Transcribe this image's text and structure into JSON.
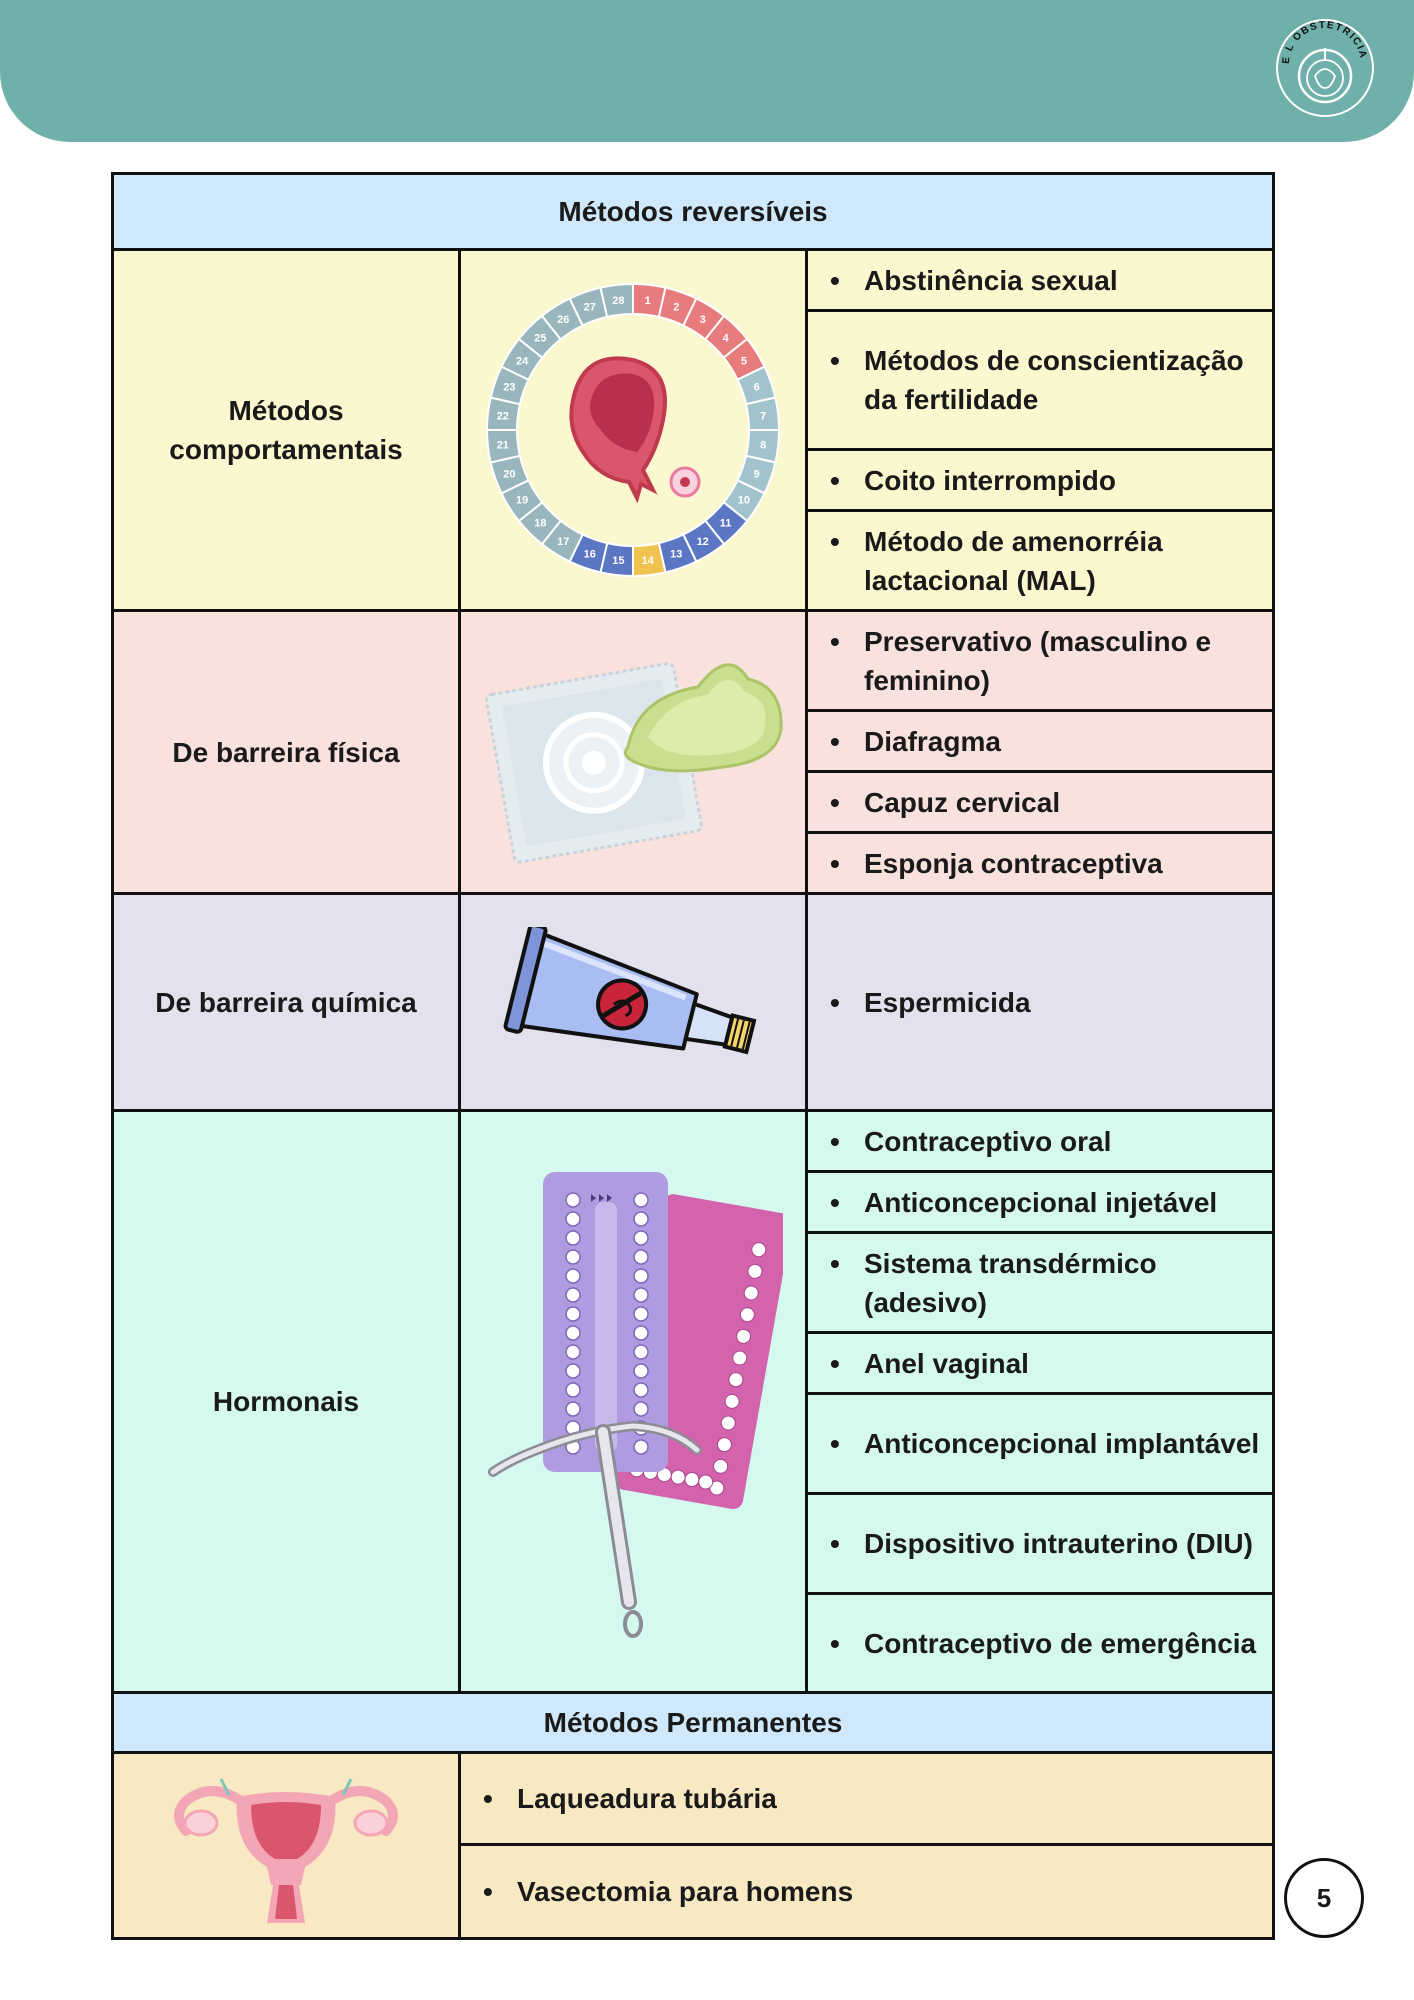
{
  "header": {
    "logo_text": "E L OBSTETRICIA",
    "logo_icon": "uterus-stethoscope-icon",
    "band_color": "#6fb1aa"
  },
  "reversible": {
    "title": "Métodos reversíveis",
    "rows": [
      {
        "category": "Métodos comportamentais",
        "icon": "cycle-calendar-icon",
        "color": "#fbf8cf",
        "items": [
          "Abstinência sexual",
          "Métodos de conscientização da fertilidade",
          "Coito interrompido",
          "Método de amenorréia lactacional (MAL)"
        ]
      },
      {
        "category": "De barreira física",
        "icon": "condom-icon",
        "color": "#f9e1de",
        "items": [
          "Preservativo (masculino e feminino)",
          "Diafragma",
          "Capuz cervical",
          "Esponja contraceptiva"
        ]
      },
      {
        "category": "De barreira química",
        "icon": "spermicide-tube-icon",
        "color": "#e2e2ef",
        "items": [
          "Espermicida"
        ]
      },
      {
        "category": "Hormonais",
        "icon": "pill-pack-iud-icon",
        "color": "#d5f8ef",
        "items": [
          "Contraceptivo oral",
          "Anticoncepcional injetável",
          "Sistema transdérmico (adesivo)",
          "Anel vaginal",
          "Anticoncepcional implantável",
          "Dispositivo intrauterino (DIU)",
          "Contraceptivo de emergência"
        ]
      }
    ]
  },
  "permanent": {
    "title": "Métodos Permanentes",
    "icon": "uterus-icon",
    "color": "#f9e9c3",
    "items": [
      "Laqueadura tubária",
      "Vasectomia para homens"
    ]
  },
  "cycle_days": [
    "1",
    "2",
    "3",
    "4",
    "5",
    "6",
    "7",
    "8",
    "9",
    "10",
    "11",
    "12",
    "13",
    "14",
    "15",
    "16",
    "17",
    "18",
    "19",
    "20",
    "21",
    "22",
    "23",
    "24",
    "25",
    "26",
    "27",
    "28"
  ],
  "page": {
    "number": "5"
  }
}
